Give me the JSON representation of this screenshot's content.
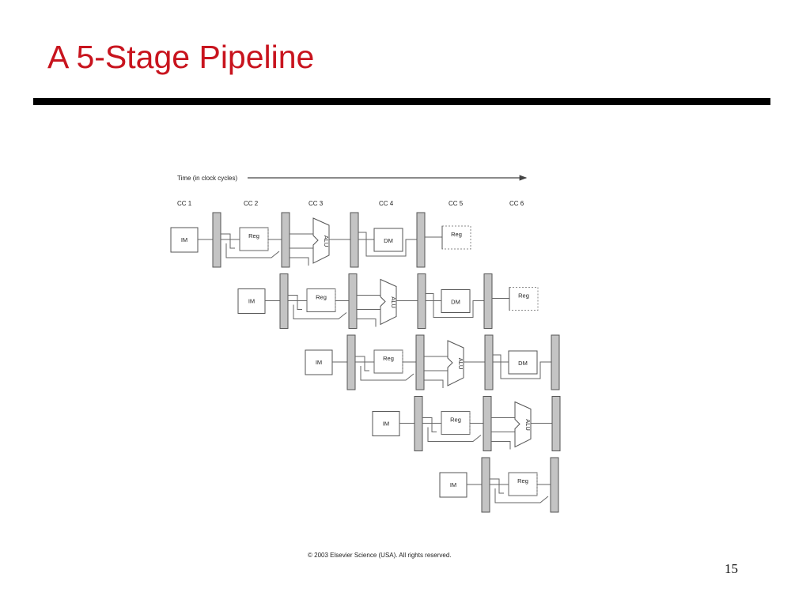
{
  "slide": {
    "title": "A 5-Stage Pipeline",
    "page_number": "15"
  },
  "diagram": {
    "time_axis_label": "Time (in clock cycles)",
    "clock_cycles": [
      "CC 1",
      "CC 2",
      "CC 3",
      "CC 4",
      "CC 5",
      "CC 6"
    ],
    "stage_labels": {
      "im": "IM",
      "reg": "Reg",
      "alu": "ALU",
      "dm": "DM"
    },
    "instructions": [
      {
        "stages": [
          "IM",
          "Reg",
          "ALU",
          "DM",
          "Reg"
        ]
      },
      {
        "stages": [
          "IM",
          "Reg",
          "ALU",
          "DM",
          "Reg"
        ]
      },
      {
        "stages": [
          "IM",
          "Reg",
          "ALU",
          "DM"
        ]
      },
      {
        "stages": [
          "IM",
          "Reg",
          "ALU"
        ]
      },
      {
        "stages": [
          "IM",
          "Reg"
        ]
      }
    ],
    "copyright": "© 2003 Elsevier Science (USA). All rights reserved."
  }
}
